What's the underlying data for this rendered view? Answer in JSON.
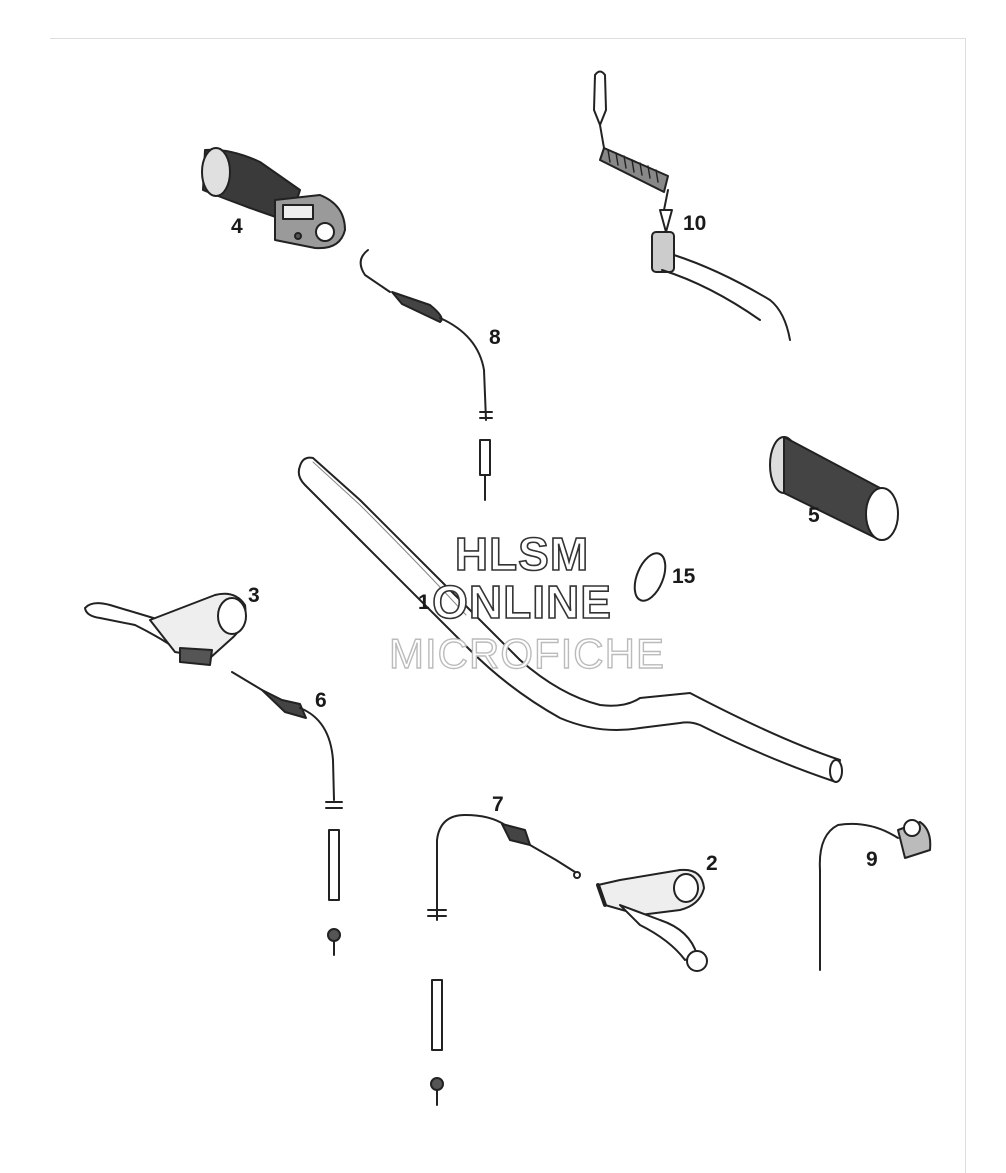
{
  "watermark": {
    "line1": "HLSM",
    "line2": "ONLINE",
    "line3": "MICROFICHE"
  },
  "parts": [
    {
      "id": "p1",
      "label": "1",
      "name": "handlebar"
    },
    {
      "id": "p2",
      "label": "2",
      "name": "right-hand-lever"
    },
    {
      "id": "p3",
      "label": "3",
      "name": "left-hand-lever"
    },
    {
      "id": "p4",
      "label": "4",
      "name": "throttle-grip"
    },
    {
      "id": "p5",
      "label": "5",
      "name": "left-grip"
    },
    {
      "id": "p6",
      "label": "6",
      "name": "lever-cable-left"
    },
    {
      "id": "p7",
      "label": "7",
      "name": "lever-cable-right"
    },
    {
      "id": "p8",
      "label": "8",
      "name": "throttle-cable"
    },
    {
      "id": "p9",
      "label": "9",
      "name": "switch-with-wire"
    },
    {
      "id": "p10",
      "label": "10",
      "name": "kill-switch-lanyard"
    },
    {
      "id": "p15",
      "label": "15",
      "name": "clamp-ring"
    }
  ]
}
